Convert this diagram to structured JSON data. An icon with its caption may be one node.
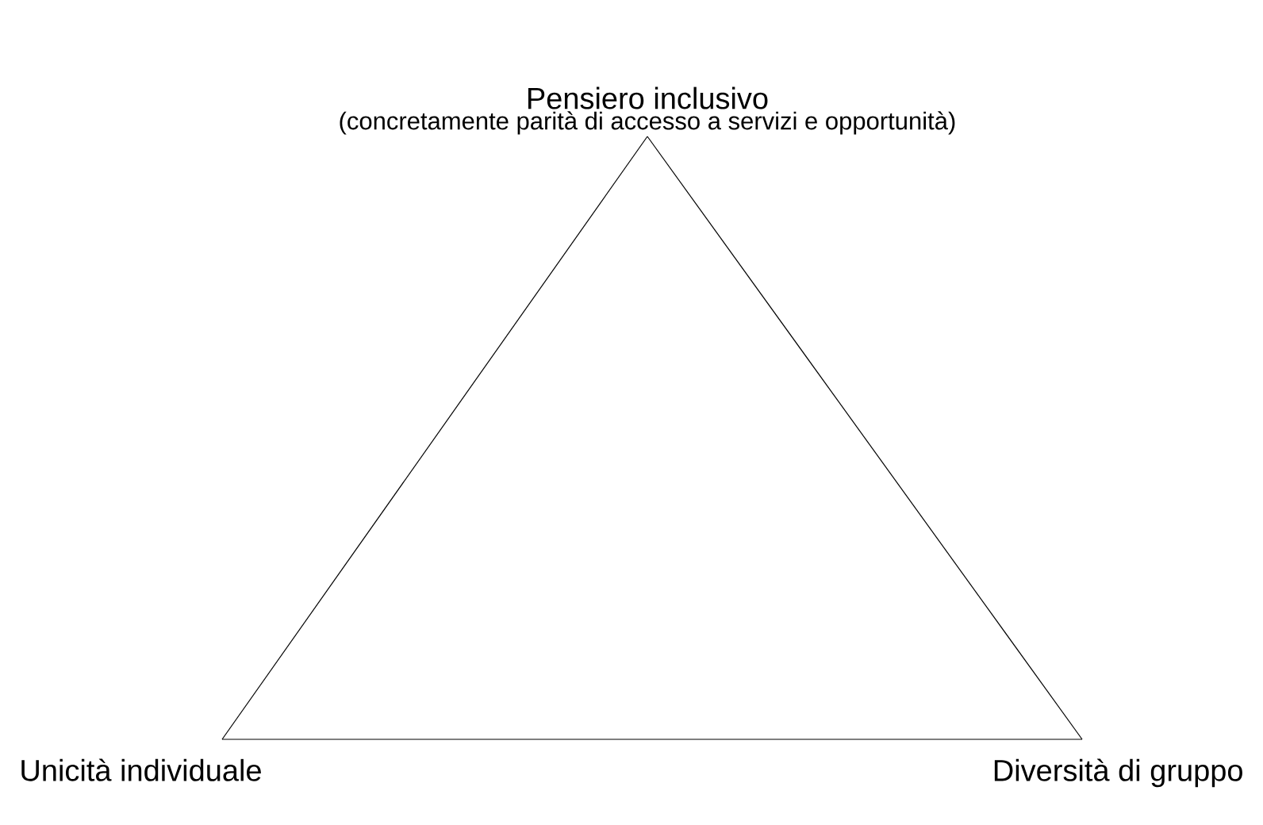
{
  "diagram": {
    "nodes": [
      {
        "text": [
          "Pensiero inclusivo",
          "(concretamente parità di accesso a servizi e opportunità)"
        ]
      },
      {
        "text": [
          "Unicità individuale"
        ]
      },
      {
        "text": [
          "Diversità di gruppo"
        ]
      }
    ],
    "edges": [
      {
        "from": 0,
        "to": 1,
        "arrow": "none"
      },
      {
        "from": 1,
        "to": 2,
        "arrow": "none"
      },
      {
        "from": 2,
        "to": 0,
        "arrow": "none"
      }
    ]
  }
}
